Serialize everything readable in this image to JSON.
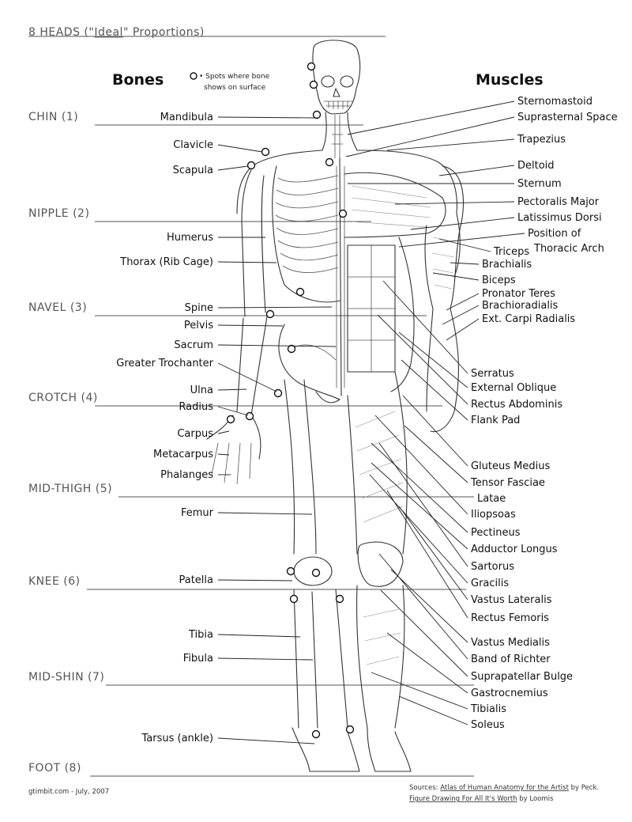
{
  "title": {
    "prefix": "8 HEADS (\"",
    "ideal": "Ideal",
    "suffix": "\" Proportions)"
  },
  "headers": {
    "bones": "Bones",
    "muscles": "Muscles"
  },
  "legend": {
    "line1": "• Spots where bone",
    "line2": "shows on surface"
  },
  "levels": [
    "CHIN (1)",
    "NIPPLE (2)",
    "NAVEL (3)",
    "CROTCH (4)",
    "MID-THIGH (5)",
    "KNEE (6)",
    "MID-SHIN (7)",
    "FOOT (8)"
  ],
  "bones": [
    "Mandibula",
    "Clavicle",
    "Scapula",
    "Humerus",
    "Thorax (Rib Cage)",
    "Spine",
    "Pelvis",
    "Sacrum",
    "Greater Trochanter",
    "Ulna",
    "Radius",
    "Carpus",
    "Metacarpus",
    "Phalanges",
    "Femur",
    "Patella",
    "Tibia",
    "Fibula",
    "Tarsus (ankle)"
  ],
  "muscles": [
    "Sternomastoid",
    "Suprasternal Space",
    "Trapezius",
    "Deltoid",
    "Sternum",
    "Pectoralis Major",
    "Latissimus Dorsi",
    "Position of",
    "Thoracic Arch",
    "Triceps",
    "Brachialis",
    "Biceps",
    "Pronator Teres",
    "Brachioradialis",
    "Ext. Carpi Radialis",
    "Serratus",
    "External Oblique",
    "Rectus Abdominis",
    "Flank Pad",
    "Gluteus Medius",
    "Tensor Fasciae",
    "Latae",
    "Iliopsoas",
    "Pectineus",
    "Adductor Longus",
    "Sartorus",
    "Gracilis",
    "Vastus Lateralis",
    "Rectus Femoris",
    "Vastus Medialis",
    "Band of Richter",
    "Suprapatellar Bulge",
    "Gastrocnemius",
    "Tibialis",
    "Soleus"
  ],
  "credit": "gtimbit.com - July, 2007",
  "sources": {
    "label": "Sources: ",
    "book1": "Atlas of Human Anatomy for the Artist",
    "by1": " by Peck.",
    "book2": "Figure Drawing For All It's Worth",
    "by2": " by Loomis"
  }
}
